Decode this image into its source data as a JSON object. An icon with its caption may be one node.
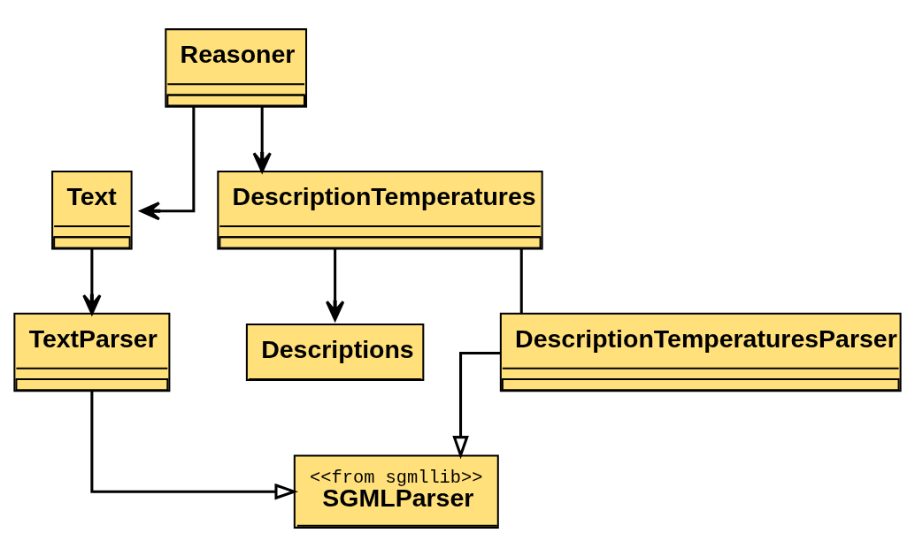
{
  "diagram": {
    "nodes": [
      {
        "text": [
          "Reasoner"
        ]
      },
      {
        "text": [
          "Text"
        ]
      },
      {
        "text": [
          "DescriptionTemperatures"
        ]
      },
      {
        "text": [
          "TextParser"
        ]
      },
      {
        "text": [
          "Descriptions"
        ]
      },
      {
        "text": [
          "DescriptionTemperaturesParser"
        ]
      },
      {
        "text": [
          "<<from sgmllib>>",
          "SGMLParser"
        ]
      }
    ],
    "edges": [
      {
        "from": 0,
        "to": 2,
        "arrow": "to"
      },
      {
        "from": 0,
        "to": 1,
        "arrow": "to"
      },
      {
        "from": 1,
        "to": 3,
        "arrow": "to"
      },
      {
        "from": 2,
        "to": 4,
        "arrow": "to"
      },
      {
        "from": 2,
        "to": 5,
        "arrow": "none"
      },
      {
        "from": 5,
        "to": 6,
        "arrow": "to"
      },
      {
        "from": 3,
        "to": 6,
        "arrow": "to"
      }
    ]
  }
}
